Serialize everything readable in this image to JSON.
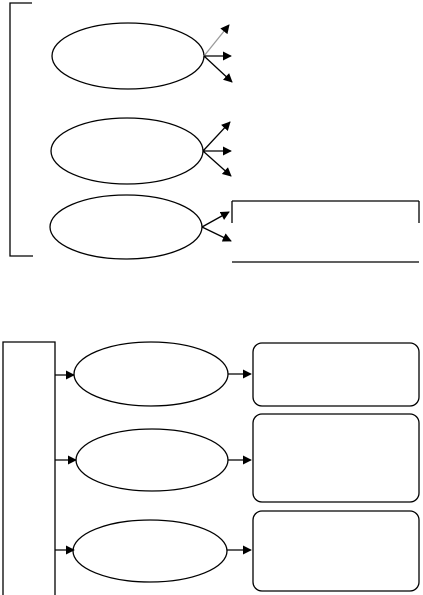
{
  "page": {
    "background": "#ffffff",
    "stroke_color": "#000000",
    "faint_arrow_color": "#9a9a9a"
  },
  "diagram_top": {
    "groups": [
      {
        "node_label": "",
        "branch_count": 3
      },
      {
        "node_label": "",
        "branch_count": 3
      },
      {
        "node_label": "",
        "branch_count": 2,
        "leads_to_table": true
      }
    ],
    "table": {
      "rows": [
        "",
        ""
      ]
    }
  },
  "diagram_bottom": {
    "rows": [
      {
        "node_label": "",
        "box_text": ""
      },
      {
        "node_label": "",
        "box_text": ""
      },
      {
        "node_label": "",
        "box_text": ""
      }
    ]
  }
}
